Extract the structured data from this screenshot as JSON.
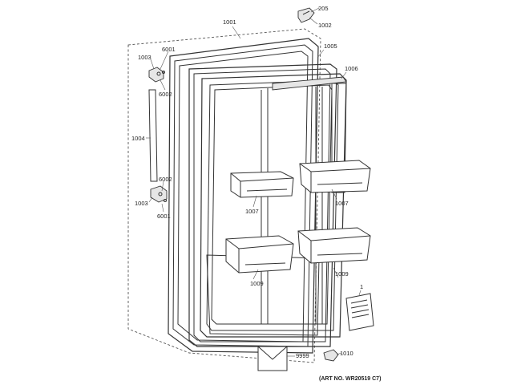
{
  "diagram": {
    "art_number": "(ART NO. WR20519 C7)",
    "parts": {
      "p1001": "1001",
      "p1002": "1002",
      "p1003a": "1003",
      "p1003b": "1003",
      "p1004": "1004",
      "p1005": "1005",
      "p1006": "1006",
      "p1007a": "1007",
      "p1007b": "1007",
      "p1009a": "1009",
      "p1009b": "1009",
      "p1010": "1010",
      "p1": "1",
      "p205": "205",
      "p6001a": "6001",
      "p6001b": "6001",
      "p6002a": "6002",
      "p6002b": "6002",
      "p9999": "9999"
    }
  }
}
